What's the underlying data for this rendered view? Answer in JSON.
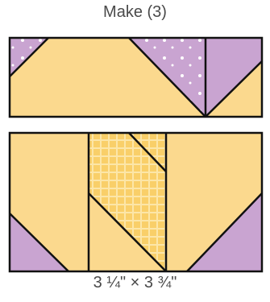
{
  "title": "Make (3)",
  "caption": "3 ¼\" × 3 ¾\"",
  "colors": {
    "yellow": "#FBD98E",
    "purple": "#C9A4D1",
    "outline": "#111111",
    "print_yellow": "#F9CF69"
  },
  "units": [
    {
      "name": "flying-geese-unit",
      "description_shapes": [
        "yellow-triangle",
        "purple-corners",
        "half-square"
      ]
    },
    {
      "name": "block-unit",
      "description_shapes": [
        "yellow-sides",
        "plaid-strip",
        "purple-corner-triangles"
      ]
    }
  ]
}
